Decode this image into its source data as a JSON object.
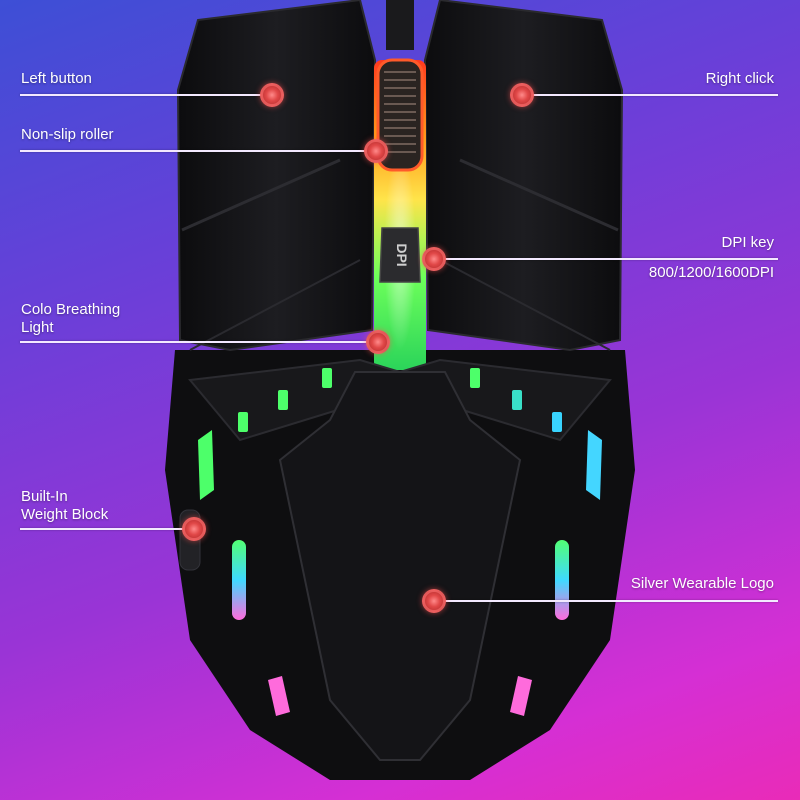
{
  "callouts": {
    "left_button": "Left button",
    "right_click": "Right click",
    "non_slip_roller": "Non-slip roller",
    "dpi_key": "DPI key",
    "dpi_values": "800/1200/1600DPI",
    "breathing_light_line1": "Colo Breathing",
    "breathing_light_line2": "Light",
    "weight_block_line1": "Built-In",
    "weight_block_line2": "Weight Block",
    "silver_logo": "Silver Wearable Logo"
  },
  "mouse": {
    "dpi_button_text": "DPI"
  },
  "colors": {
    "background_top": "#3d4fd6",
    "background_bottom": "#e92bb8",
    "mouse_body": "#141416",
    "callout_dot": "#e14848",
    "leader_line": "#f3e9ff"
  }
}
